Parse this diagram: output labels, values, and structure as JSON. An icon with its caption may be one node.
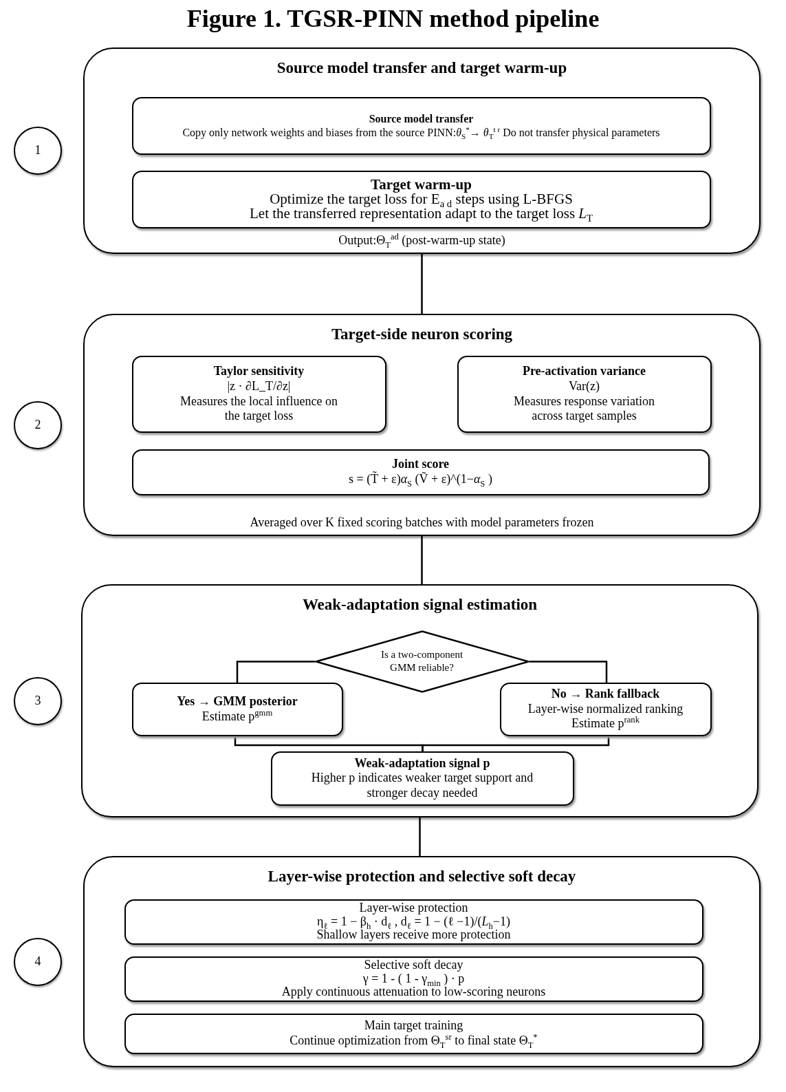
{
  "diagram": {
    "title": "Figure 1. TGSR-PINN method pipeline",
    "nodes": [
      {
        "text": [
          "Source model transfer and target warm-up",
          "Output:Θ$_{T}$$^{ad}$ (post-warm-up state)"
        ]
      },
      {
        "text": [
          "Source model transfer",
          "Copy only network weights and biases from the source PINN:*θ*$_{S}$$^{*}$→ *θ*$_{T}$$^{t r}$ Do not transfer physical parameters"
        ],
        "in": 0
      },
      {
        "text": [
          "Target warm-up",
          "Optimize the target loss for E$_{a d}$ steps using L-BFGS",
          "Let the transferred representation adapt to the target loss *L*$_{T}$"
        ],
        "in": 0
      },
      {
        "text": [
          "1"
        ]
      },
      {
        "text": [
          "Target-side neuron scoring",
          "Averaged over K fixed scoring batches with model parameters frozen"
        ]
      },
      {
        "text": [
          "Taylor sensitivity",
          "|z · ∂L_T/∂z|",
          "Measures the local influence on the target loss"
        ],
        "in": 4
      },
      {
        "text": [
          "Pre-activation variance",
          "Var(z)",
          "Measures response variation across target samples"
        ],
        "in": 4
      },
      {
        "text": [
          "Joint score",
          "s = (T̃ + ε)*α*$_{S}$ (Ṽ + ε)^(1−*α*$_{S}$ )"
        ],
        "in": 4
      },
      {
        "text": [
          "2"
        ]
      },
      {
        "text": [
          "Weak-adaptation signal estimation"
        ]
      },
      {
        "text": [
          "Is a two-component GMM reliable?"
        ],
        "in": 9
      },
      {
        "text": [
          "Yes → GMM posterior",
          "Estimate p$^{gmm}$"
        ],
        "in": 9
      },
      {
        "text": [
          "No → Rank fallback",
          "Layer-wise normalized ranking",
          "Estimate p$^{rank}$"
        ],
        "in": 9
      },
      {
        "text": [
          "Weak-adaptation signal p",
          "Higher p indicates weaker target support and stronger decay needed"
        ],
        "in": 9
      },
      {
        "text": [
          "3"
        ]
      },
      {
        "text": [
          "Layer-wise protection and selective soft decay"
        ]
      },
      {
        "text": [
          "Layer-wise protection",
          "η$_{ℓ}$ = 1 − β$_{h}$ · d$_{ℓ}$ ,  d$_{ℓ}$ = 1 − (ℓ −1)/(*L*$_{h}$−1)",
          "Shallow layers receive more protection"
        ],
        "in": 15
      },
      {
        "text": [
          "Selective soft decay",
          "γ = 1 - ( 1 - γ$_{min}$ ) · p",
          "Apply continuous attenuation to low-scoring neurons"
        ],
        "in": 15
      },
      {
        "text": [
          "Main target training",
          "Continue optimization from Θ$_{T}$$^{sr}$ to final state Θ$_{T}$$^{*}$"
        ],
        "in": 15
      },
      {
        "text": [
          "4"
        ]
      }
    ],
    "edges": [
      {
        "from": 0,
        "to": 4,
        "arrow": "none"
      },
      {
        "from": 4,
        "to": 9,
        "arrow": "none"
      },
      {
        "from": 9,
        "to": 15,
        "arrow": "none"
      },
      {
        "from": 10,
        "to": 11,
        "arrow": "none"
      },
      {
        "from": 10,
        "to": 12,
        "arrow": "none"
      },
      {
        "from": 11,
        "to": 13,
        "arrow": "none"
      },
      {
        "from": 12,
        "to": 13,
        "arrow": "none"
      }
    ]
  }
}
